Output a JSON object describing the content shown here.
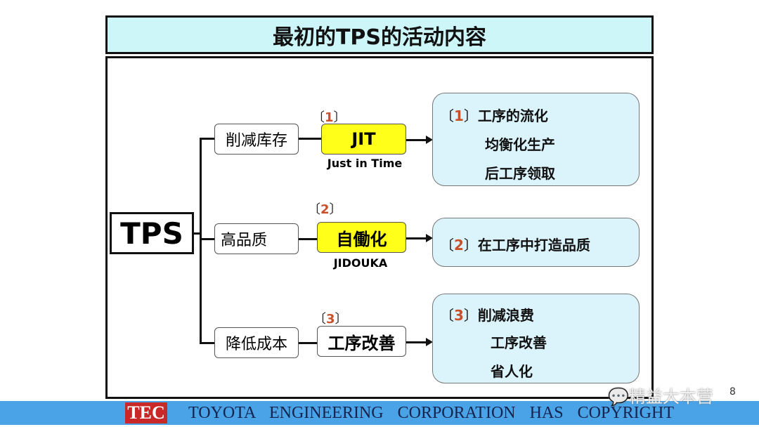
{
  "title": "最初的TPS的活动内容",
  "root": "TPS",
  "branches": [
    {
      "goal": "削减库存",
      "number": "1",
      "method": "JIT",
      "method_sub": "Just in Time",
      "results": [
        "工序的流化",
        "均衡化生产",
        "后工序领取"
      ]
    },
    {
      "goal": "高品质",
      "number": "2",
      "method": "自働化",
      "method_sub": "JIDOUKA",
      "results": [
        "在工序中打造品质"
      ]
    },
    {
      "goal": "降低成本",
      "number": "3",
      "method": "工序改善",
      "results": [
        "削减浪费",
        "工序改善",
        "省人化"
      ]
    }
  ],
  "footer": {
    "logo": "TEC",
    "text": "TOYOTA ENGINEERING CORPORATION HAS COPYRIGHT",
    "page": "8"
  },
  "watermark": "精益大本营",
  "colors": {
    "title_bg": "#ccf6f8",
    "method_highlight": "#ffff1a",
    "result_bg": "#dbf3fa",
    "number": "#c8502a",
    "footer_bg": "#4aa3e6",
    "logo_bg": "#c82828"
  }
}
